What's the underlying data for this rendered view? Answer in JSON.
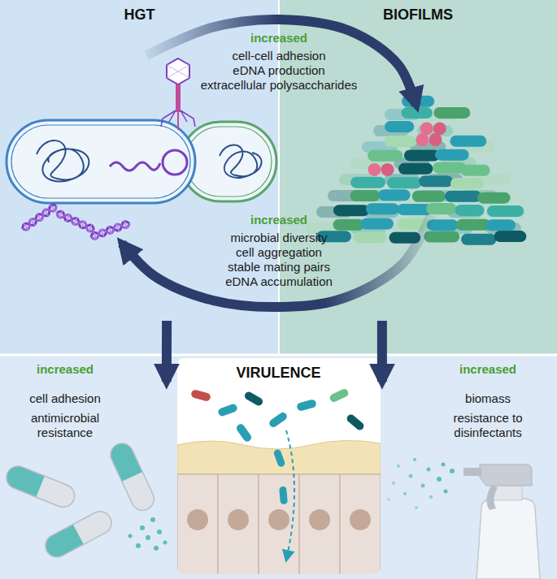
{
  "diagram": {
    "nodes": [
      {
        "text": [
          "HGT"
        ]
      },
      {
        "text": [
          "BIOFILMS"
        ]
      },
      {
        "text": [
          "VIRULENCE"
        ]
      }
    ],
    "edges": [
      {
        "from": 0,
        "to": 1,
        "arrow": "to"
      },
      {
        "from": 1,
        "to": 0,
        "arrow": "to"
      },
      {
        "from": 0,
        "to": 2,
        "arrow": "to"
      },
      {
        "from": 1,
        "to": 2,
        "arrow": "to"
      }
    ],
    "labels": [
      "increased",
      "cell-cell adhesion",
      "eDNA production",
      "extracellular polysaccharides",
      "increased",
      "microbial diversity",
      "cell aggregation",
      "stable mating pairs",
      "eDNA accumulation",
      "increased",
      "cell adhesion",
      "antimicrobial resistance",
      "increased",
      "biomass",
      "resistance to disinfectants"
    ]
  }
}
